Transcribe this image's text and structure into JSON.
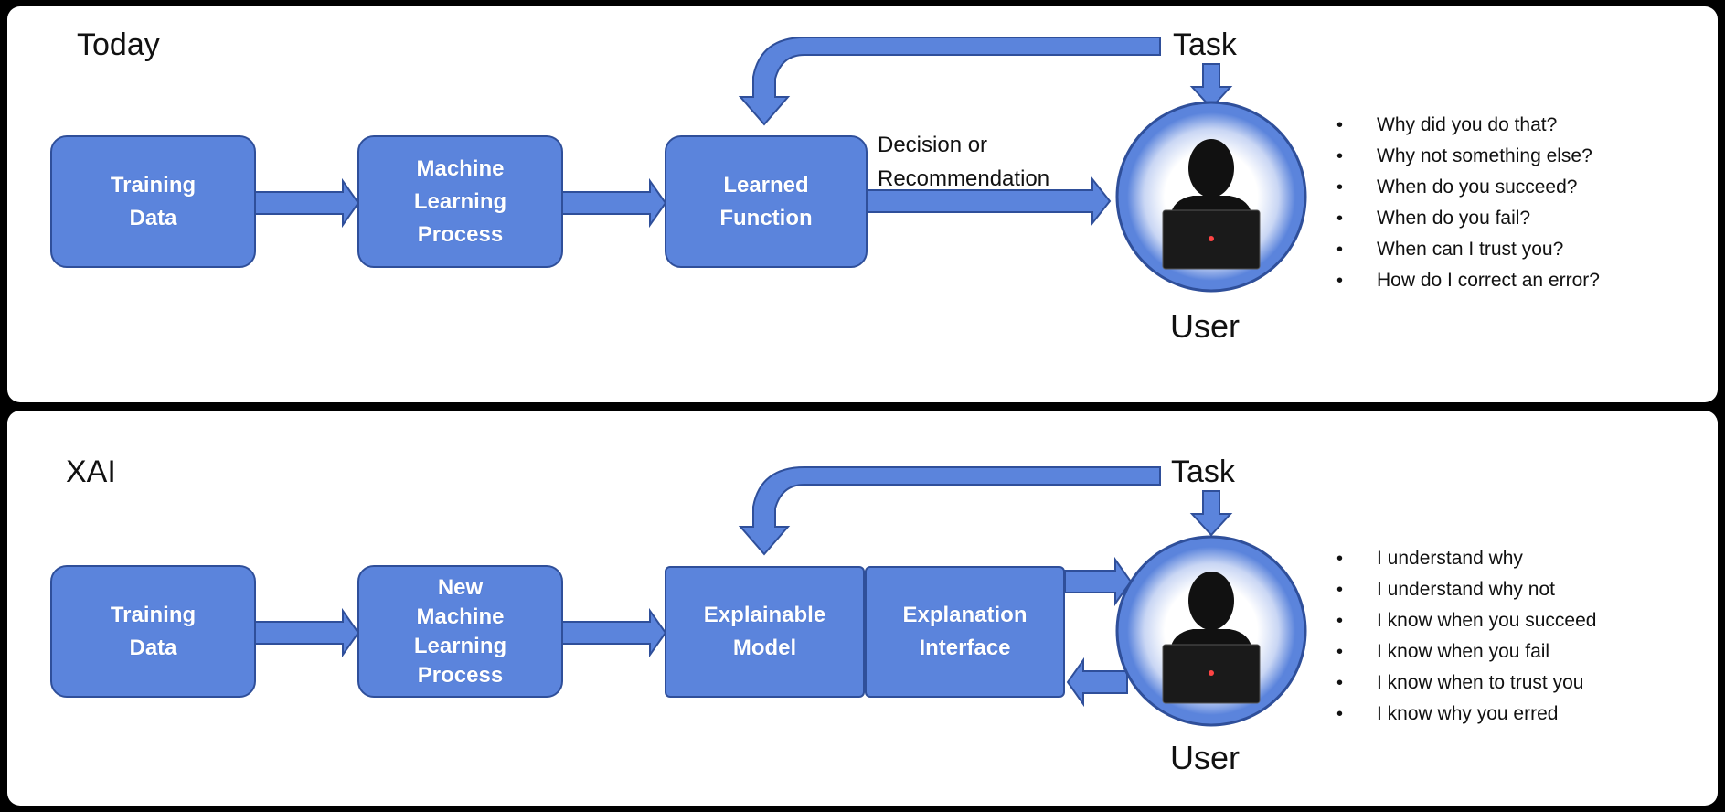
{
  "today": {
    "title": "Today",
    "training_data": [
      "Training",
      "Data"
    ],
    "ml_process": [
      "Machine",
      "Learning",
      "Process"
    ],
    "learned_function": [
      "Learned",
      "Function"
    ],
    "decision_label": [
      "Decision or",
      "Recommendation"
    ],
    "task_label": "Task",
    "user_label": "User",
    "questions": [
      "Why did you do that?",
      "Why not something else?",
      "When do you succeed?",
      "When do you fail?",
      "When can I trust you?",
      "How do I correct an error?"
    ]
  },
  "xai": {
    "title": "XAI",
    "training_data": [
      "Training",
      "Data"
    ],
    "ml_process": [
      "New",
      "Machine",
      "Learning",
      "Process"
    ],
    "explainable_model": [
      "Explainable",
      "Model"
    ],
    "explanation_interface": [
      "Explanation",
      "Interface"
    ],
    "task_label": "Task",
    "user_label": "User",
    "statements": [
      "I understand why",
      "I understand why not",
      "I know when you succeed",
      "I know when you fail",
      "I know when to trust you",
      "I know why you erred"
    ]
  },
  "colors": {
    "box_fill": "#5b84dc",
    "box_border": "#2f4f9a",
    "arrow_fill": "#5b84dc",
    "circle_fill": "#5b84dc",
    "person": "#111111"
  },
  "icons": {
    "user": "user-at-laptop-icon"
  }
}
